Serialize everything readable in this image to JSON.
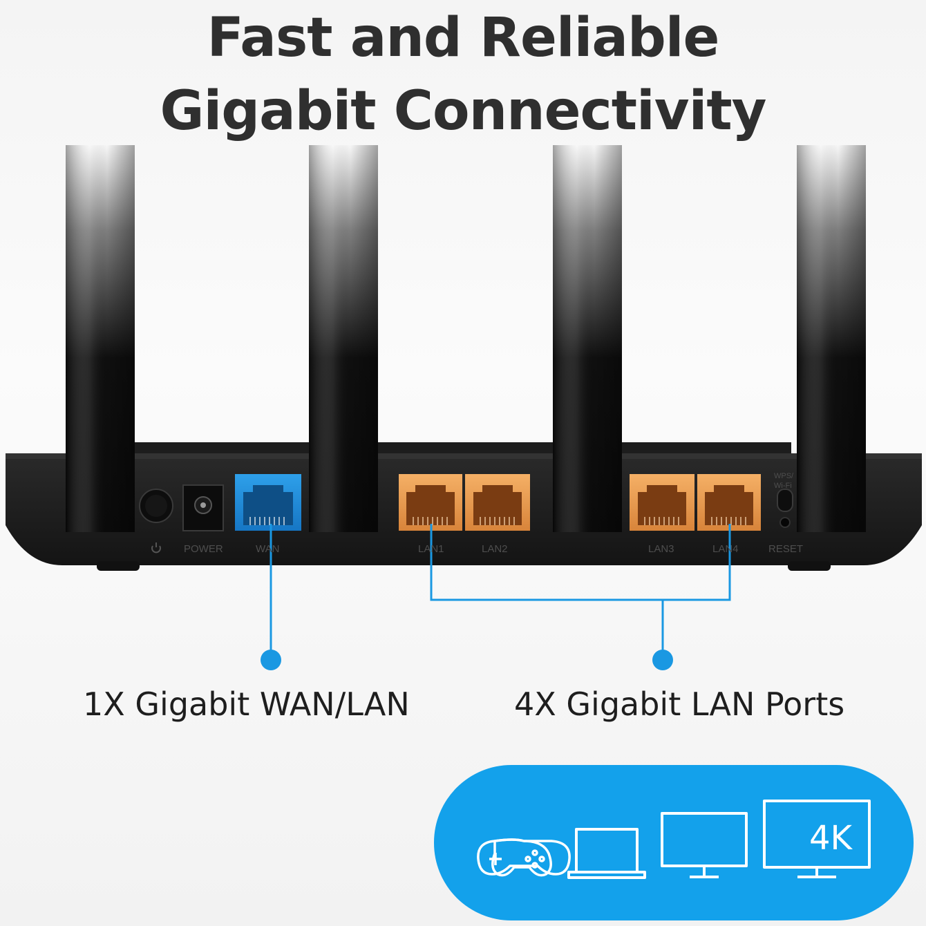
{
  "headline": {
    "line1": "Fast and Reliable",
    "line2": "Gigabit Connectivity"
  },
  "ports": {
    "power": "POWER",
    "wan": "WAN",
    "lan1": "LAN1",
    "lan2": "LAN2",
    "lan3": "LAN3",
    "lan4": "LAN4",
    "reset": "RESET",
    "wps": "WPS/",
    "wifi": "Wi-Fi"
  },
  "callouts": {
    "wan": "1X Gigabit WAN/LAN",
    "lan": "4X Gigabit LAN Ports"
  },
  "devices": {
    "icons": [
      "gamepad-icon",
      "laptop-icon",
      "monitor-icon",
      "tv-4k-icon"
    ],
    "tv_badge": "4K"
  },
  "colors": {
    "accent_blue": "#13a1eb",
    "wan_port": "#1c8fdd",
    "lan_port": "#f0a050",
    "router_body": "#1a1a1a",
    "headline": "#2f2f2f"
  }
}
